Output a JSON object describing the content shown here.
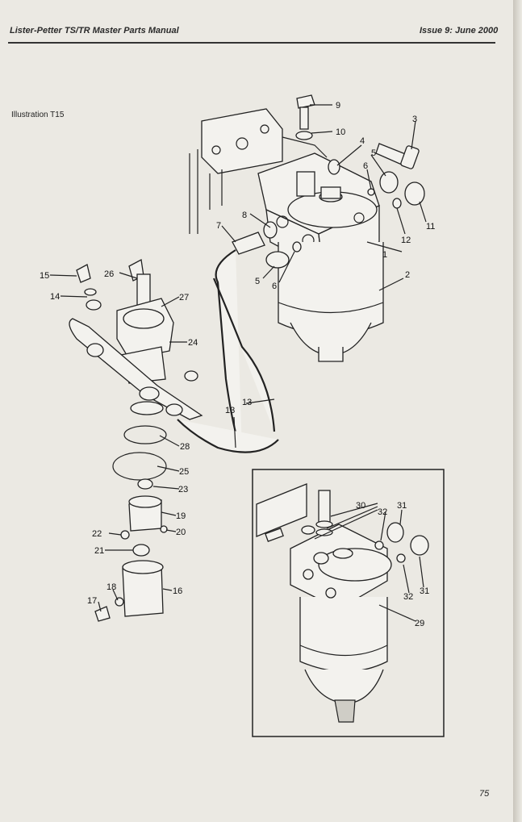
{
  "header": {
    "title": "Lister-Petter TS/TR Master Parts Manual",
    "issue": "Issue 9: June 2000"
  },
  "illustration_label": "Illustration T15",
  "page_number": "75",
  "callouts": [
    "1",
    "2",
    "3",
    "4",
    "5",
    "5",
    "6",
    "6",
    "7",
    "8",
    "9",
    "10",
    "11",
    "12",
    "13",
    "13",
    "14",
    "15",
    "16",
    "17",
    "18",
    "19",
    "20",
    "21",
    "22",
    "23",
    "24",
    "25",
    "26",
    "27",
    "28",
    "29",
    "30",
    "31",
    "31",
    "32",
    "32"
  ]
}
